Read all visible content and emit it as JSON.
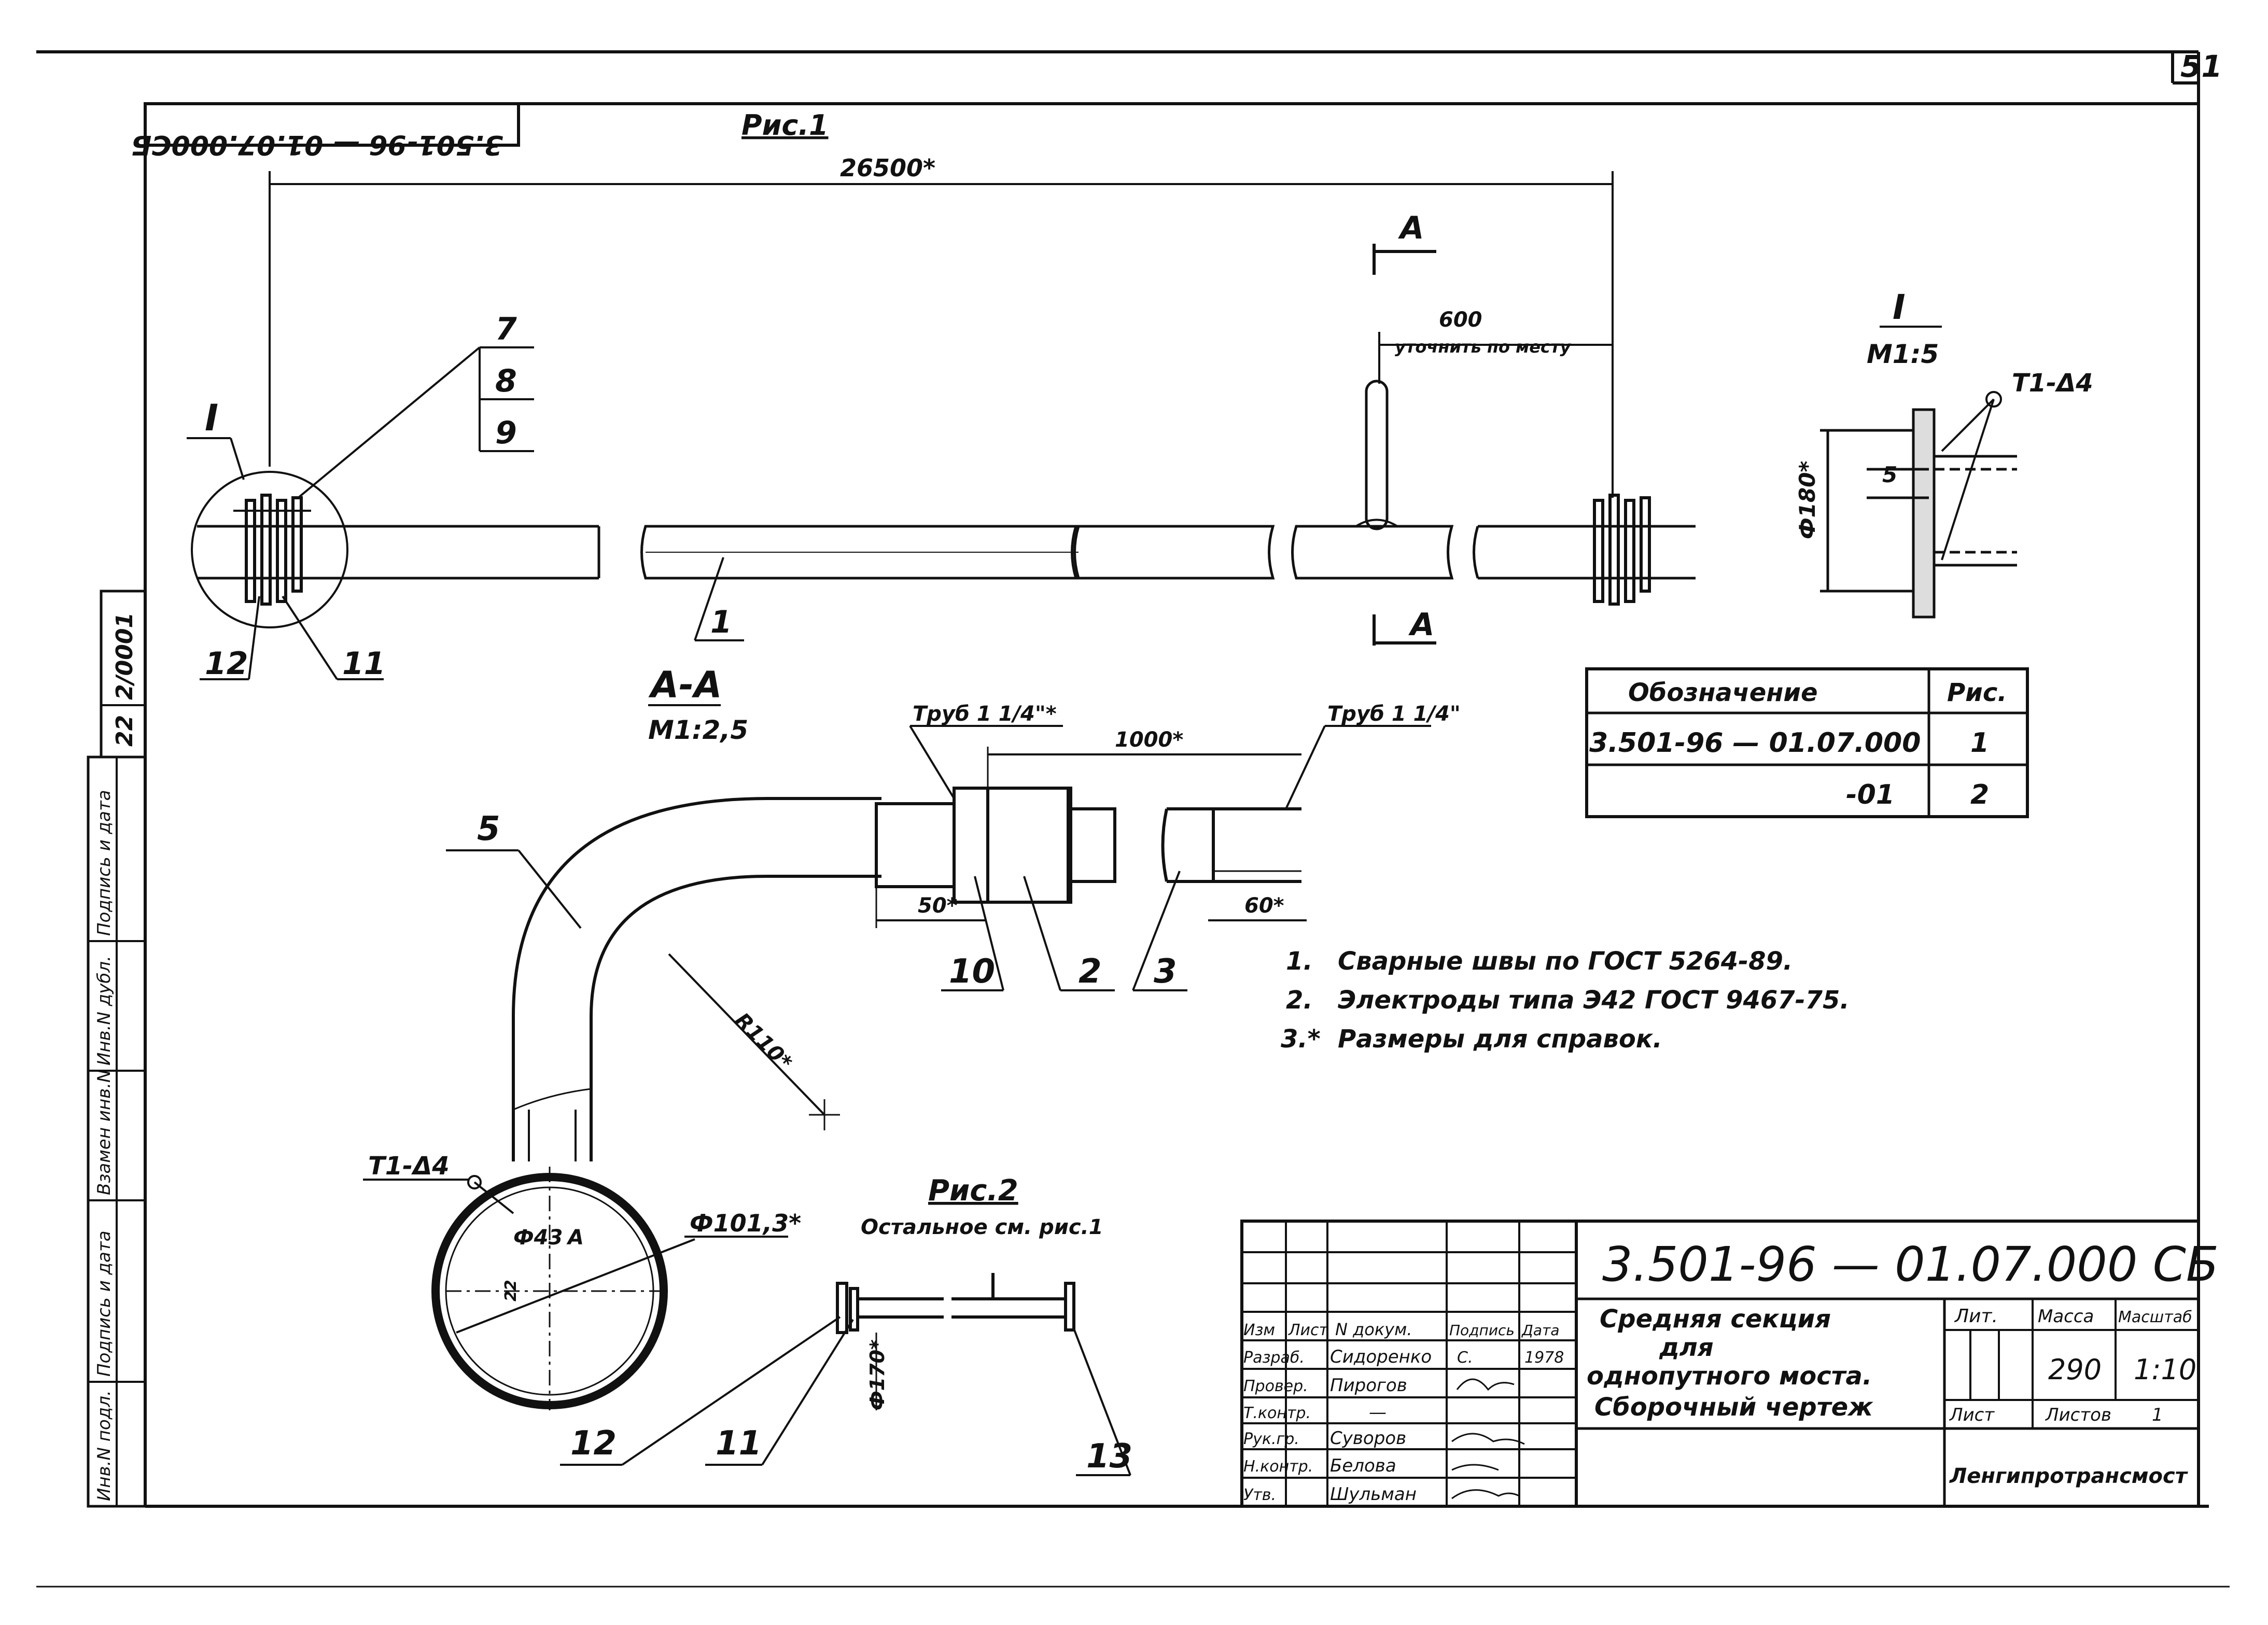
{
  "page_number": "51",
  "doc_code_rotated": "3.501-96 — 01.07.000СБ",
  "fig1": {
    "title": "Рис.1",
    "dim_total": "26500*",
    "dim_600": "600",
    "dim_600_note": "уточнить по месту",
    "section_mark": "A",
    "detail_mark": "I",
    "callout_7": "7",
    "callout_8": "8",
    "callout_9": "9",
    "callout_1": "1",
    "callout_12": "12",
    "callout_11": "11"
  },
  "detail_I": {
    "title": "I",
    "scale": "М1:5",
    "weld": "Т1-Δ4",
    "dim_dia": "Ф180*",
    "dim_5": "5"
  },
  "section_AA": {
    "title": "А-А",
    "scale": "М1:2,5",
    "callout_5": "5",
    "radius": "R110*",
    "weld": "Т1-Δ4",
    "phi43": "Ф43",
    "a_label": "А",
    "dim_small": "22",
    "phi101": "Ф101,3*",
    "pipe_left": "Труб 1 1/4\"*",
    "pipe_right": "Труб 1 1/4\"",
    "dim_1000": "1000*",
    "dim_50": "50*",
    "dim_60": "60*",
    "callout_10": "10",
    "callout_2": "2",
    "callout_3": "3"
  },
  "fig2": {
    "title": "Рис.2",
    "subtitle": "Остальное см. рис.1",
    "phi170": "Ф170*",
    "callout_12": "12",
    "callout_11": "11",
    "callout_13": "13"
  },
  "variant_table": {
    "header_designation": "Обозначение",
    "header_fig": "Рис.",
    "rows": [
      {
        "designation": "3.501-96 —   01.07.000",
        "fig": "1"
      },
      {
        "designation": "-01",
        "fig": "2"
      }
    ]
  },
  "notes": [
    {
      "num": "1.",
      "text": "Сварные швы по ГОСТ 5264-89."
    },
    {
      "num": "2.",
      "text": "Электроды типа Э42 ГОСТ 9467-75."
    },
    {
      "num": "3.*",
      "text": "Размеры для справок."
    }
  ],
  "left_margin": {
    "inv_orig": "Инв.N подл.",
    "sign_date_1": "Подпись и дата",
    "replace_inv": "Взамен инв.N",
    "dup_inv": "Инв.N дубл.",
    "sign_date_2": "Подпись и дата",
    "num_22": "22",
    "num_fraction": "2/0001"
  },
  "title_block": {
    "doc_number": "3.501-96 — 01.07.000 СБ",
    "name_lines": [
      "Средняя секция",
      "для",
      "однопутного моста.",
      "Сборочный чертеж"
    ],
    "head_izm": "Изм",
    "head_list": "Лист",
    "head_ndoc": "N докум.",
    "head_sign": "Подпись",
    "head_date": "Дата",
    "roles": [
      {
        "role": "Разраб.",
        "name": "Сидоренко",
        "sign": "С.",
        "date": "1978"
      },
      {
        "role": "Провер.",
        "name": "Пирогов",
        "sign": "",
        "date": ""
      },
      {
        "role": "Т.контр.",
        "name": "—",
        "sign": "",
        "date": ""
      },
      {
        "role": "Рук.гр.",
        "name": "Суворов",
        "sign": "",
        "date": ""
      },
      {
        "role": "Н.контр.",
        "name": "Белова",
        "sign": "",
        "date": ""
      },
      {
        "role": "Утв.",
        "name": "Шульман",
        "sign": "",
        "date": ""
      }
    ],
    "lit_label": "Лит.",
    "mass_label": "Масса",
    "scale_label": "Масштаб",
    "mass_value": "290",
    "scale_value": "1:10",
    "sheet_label": "Лист",
    "sheets_label": "Листов",
    "sheets_value": "1",
    "organization": "Ленгипротрансмост"
  }
}
